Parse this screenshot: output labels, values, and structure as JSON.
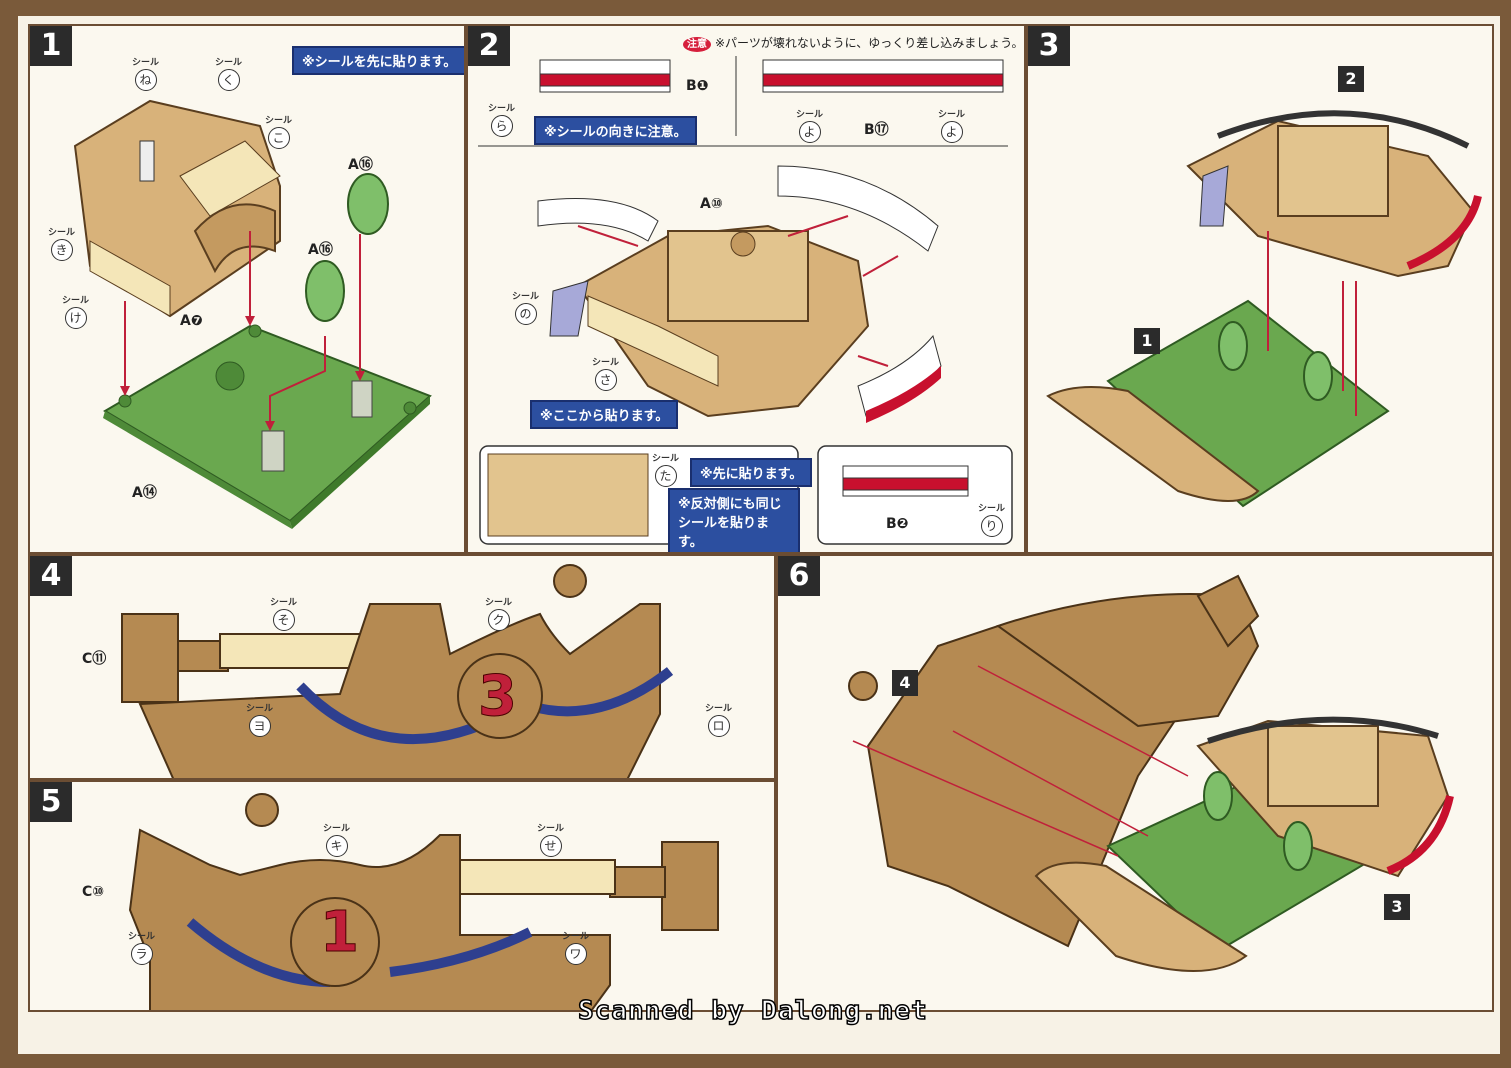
{
  "steps": {
    "s1": {
      "num": "1",
      "note": "※シールを先に貼ります。",
      "seals": [
        {
          "word": "シール",
          "char": "ね"
        },
        {
          "word": "シール",
          "char": "く"
        },
        {
          "word": "シール",
          "char": "こ"
        },
        {
          "word": "シール",
          "char": "き"
        },
        {
          "word": "シール",
          "char": "け"
        }
      ],
      "parts": {
        "a16_1": "A⑯",
        "a16_2": "A⑯",
        "a7": "A❼",
        "a14": "A⑭"
      }
    },
    "s2": {
      "num": "2",
      "caution_badge": "注意",
      "caution_text": "※パーツが壊れないように、ゆっくり差し込みましょう。",
      "note_direction": "※シールの向きに注意。",
      "note_start": "※ここから貼ります。",
      "note_first": "※先に貼ります。",
      "note_opposite": "※反対側にも同じ シールを貼ります。",
      "seals": [
        {
          "word": "シール",
          "char": "ら"
        },
        {
          "word": "シール",
          "char": "よ"
        },
        {
          "word": "シール",
          "char": "よ"
        },
        {
          "word": "シール",
          "char": "の"
        },
        {
          "word": "シール",
          "char": "さ"
        },
        {
          "word": "シール",
          "char": "た"
        },
        {
          "word": "シール",
          "char": "り"
        }
      ],
      "parts": {
        "b1": "B❶",
        "b17": "B⑰",
        "a10": "A⑩",
        "b2": "B❷"
      }
    },
    "s3": {
      "num": "3",
      "ref_top": "2",
      "ref_left": "1"
    },
    "s4": {
      "num": "4",
      "part": "C⑪",
      "hull_number": "3",
      "seals": [
        {
          "word": "シール",
          "char": "そ"
        },
        {
          "word": "シール",
          "char": "ク"
        },
        {
          "word": "シール",
          "char": "ヨ"
        },
        {
          "word": "シール",
          "char": "ロ"
        }
      ]
    },
    "s5": {
      "num": "5",
      "part": "C⑩",
      "hull_number": "1",
      "seals": [
        {
          "word": "シール",
          "char": "キ"
        },
        {
          "word": "シール",
          "char": "せ"
        },
        {
          "word": "シール",
          "char": "ラ"
        },
        {
          "word": "シール",
          "char": "ワ"
        }
      ]
    },
    "s6": {
      "num": "6",
      "ref_left": "4",
      "ref_right": "3"
    }
  },
  "credit": "Scanned by Dalong.net",
  "colors": {
    "border": "#7a5a3a",
    "paper": "#f7f2e6",
    "note": "#2c4fa0",
    "wood": "#c9a16b",
    "grass": "#6aa84f",
    "seal_red": "#c8102e",
    "hull": "#b58a52"
  }
}
